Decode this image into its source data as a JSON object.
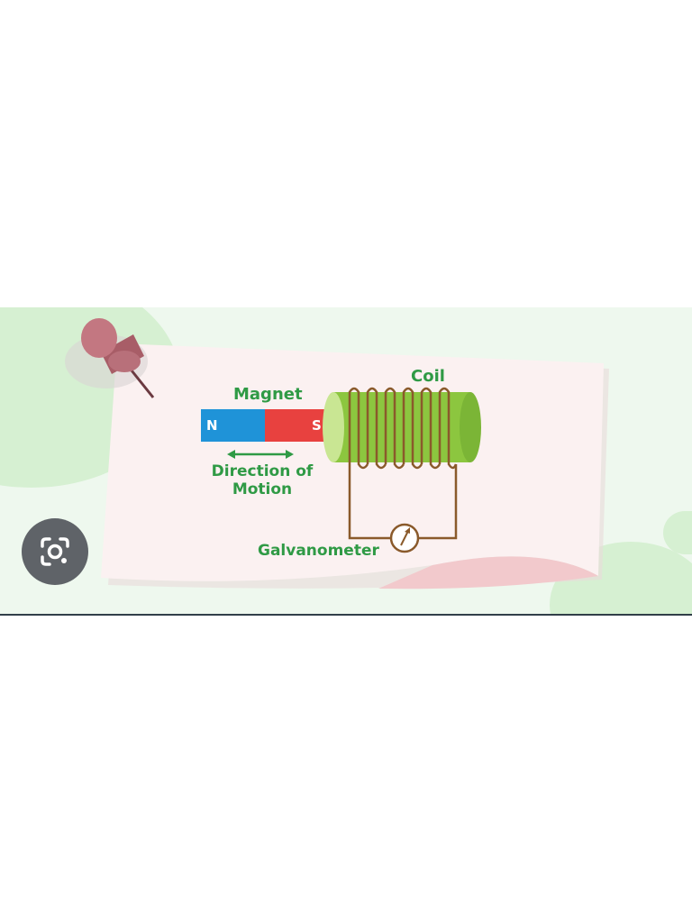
{
  "diagram": {
    "labels": {
      "magnet": "Magnet",
      "coil": "Coil",
      "direction": "Direction of Motion",
      "galvanometer": "Galvanometer",
      "north_pole": "N",
      "south_pole": "S"
    },
    "colors": {
      "label_green": "#2f9a45",
      "north_blue": "#1f93d8",
      "south_red": "#e8413f",
      "coil_green": "#8cc63f",
      "wire_brown": "#8a5a2b",
      "note_pink": "#fbf1f1",
      "banner_bg": "#eef8ee"
    }
  },
  "overlay": {
    "lens_icon": "google-lens-camera-icon"
  }
}
